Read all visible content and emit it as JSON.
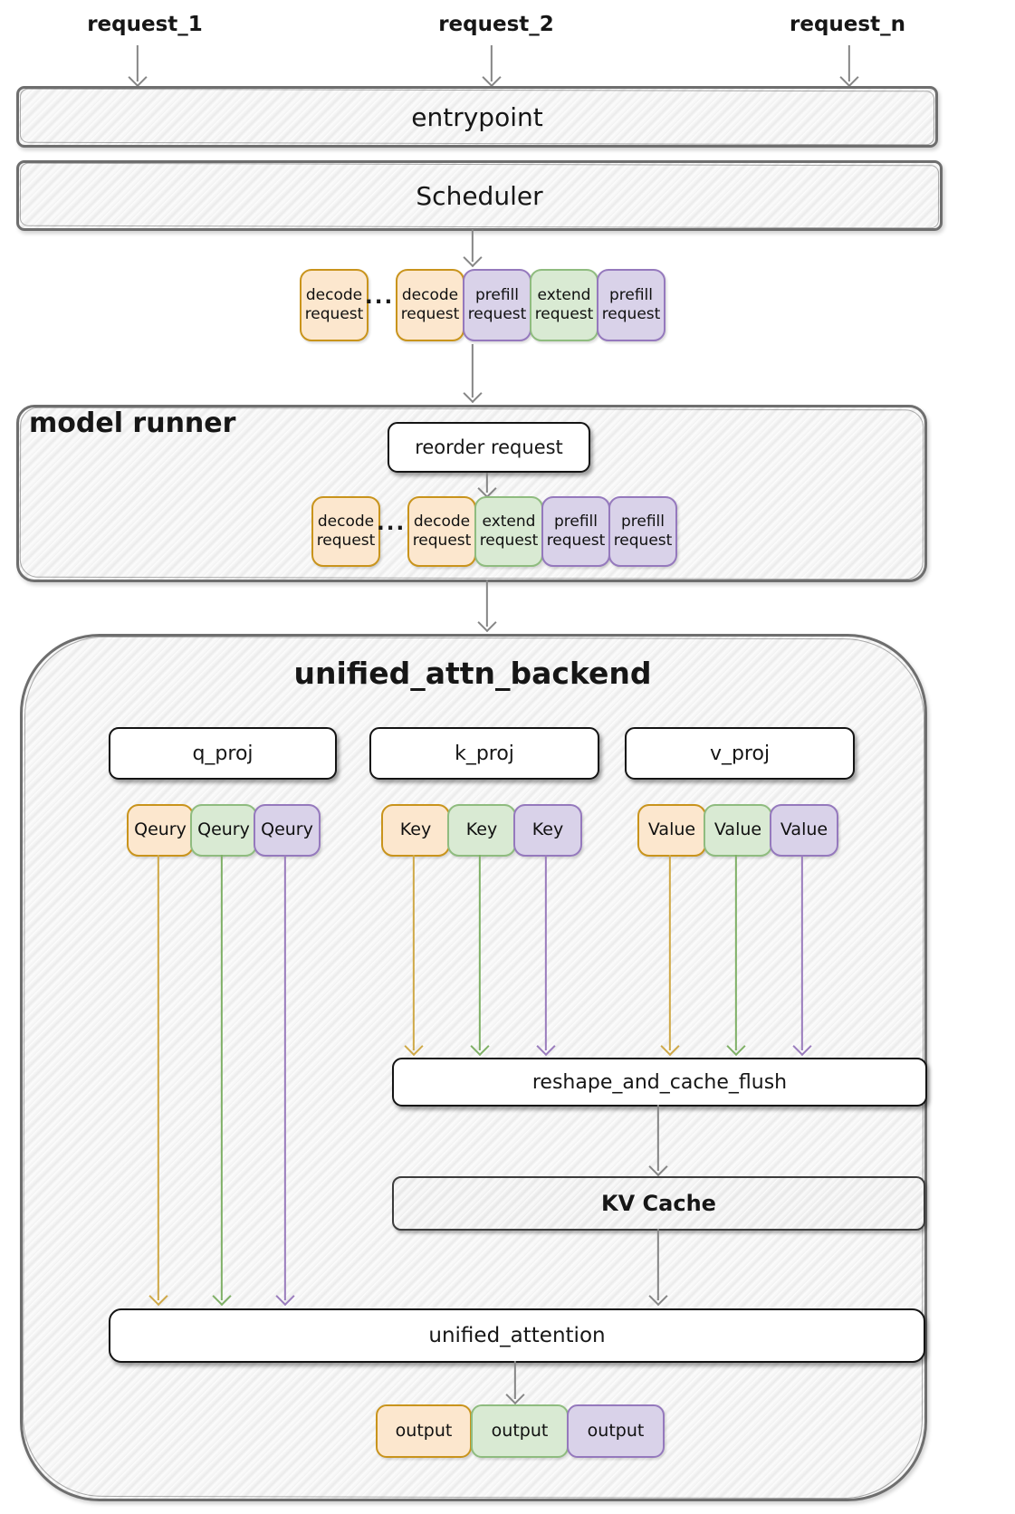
{
  "palette": {
    "orange_fill": "#fce7ce",
    "orange_border": "#c9941c",
    "orange_arrow": "#cfa948",
    "green_fill": "#d9ead3",
    "green_border": "#8fbc7f",
    "green_arrow": "#7fb066",
    "purple_fill": "#d9d2e9",
    "purple_border": "#9579bd",
    "purple_arrow": "#9a7cbd",
    "gray_arrow": "#868686"
  },
  "inputs": {
    "labels": [
      "request_1",
      "request_2",
      "request_n"
    ]
  },
  "entrypoint": {
    "label": "entrypoint"
  },
  "scheduler": {
    "label": "Scheduler"
  },
  "ellipsis": "...",
  "scheduler_queue": {
    "items": [
      {
        "line1": "decode",
        "line2": "request",
        "color": "orange"
      },
      {
        "line1": "decode",
        "line2": "request",
        "color": "orange"
      },
      {
        "line1": "prefill",
        "line2": "request",
        "color": "purple"
      },
      {
        "line1": "extend",
        "line2": "request",
        "color": "green"
      },
      {
        "line1": "prefill",
        "line2": "request",
        "color": "purple"
      }
    ]
  },
  "model_runner": {
    "label": "model runner",
    "reorder_box": "reorder request",
    "queue": {
      "items": [
        {
          "line1": "decode",
          "line2": "request",
          "color": "orange"
        },
        {
          "line1": "decode",
          "line2": "request",
          "color": "orange"
        },
        {
          "line1": "extend",
          "line2": "request",
          "color": "green"
        },
        {
          "line1": "prefill",
          "line2": "request",
          "color": "purple"
        },
        {
          "line1": "prefill",
          "line2": "request",
          "color": "purple"
        }
      ]
    }
  },
  "backend": {
    "title": "unified_attn_backend",
    "projections": [
      "q_proj",
      "k_proj",
      "v_proj"
    ],
    "queries": [
      {
        "label": "Qeury",
        "color": "orange"
      },
      {
        "label": "Qeury",
        "color": "green"
      },
      {
        "label": "Qeury",
        "color": "purple"
      }
    ],
    "keys": [
      {
        "label": "Key",
        "color": "orange"
      },
      {
        "label": "Key",
        "color": "green"
      },
      {
        "label": "Key",
        "color": "purple"
      }
    ],
    "values": [
      {
        "label": "Value",
        "color": "orange"
      },
      {
        "label": "Value",
        "color": "green"
      },
      {
        "label": "Value",
        "color": "purple"
      }
    ],
    "reshape_box": "reshape_and_cache_flush",
    "kv_cache_box": "KV Cache",
    "attention_box": "unified_attention",
    "outputs": [
      {
        "label": "output",
        "color": "orange"
      },
      {
        "label": "output",
        "color": "green"
      },
      {
        "label": "output",
        "color": "purple"
      }
    ]
  }
}
